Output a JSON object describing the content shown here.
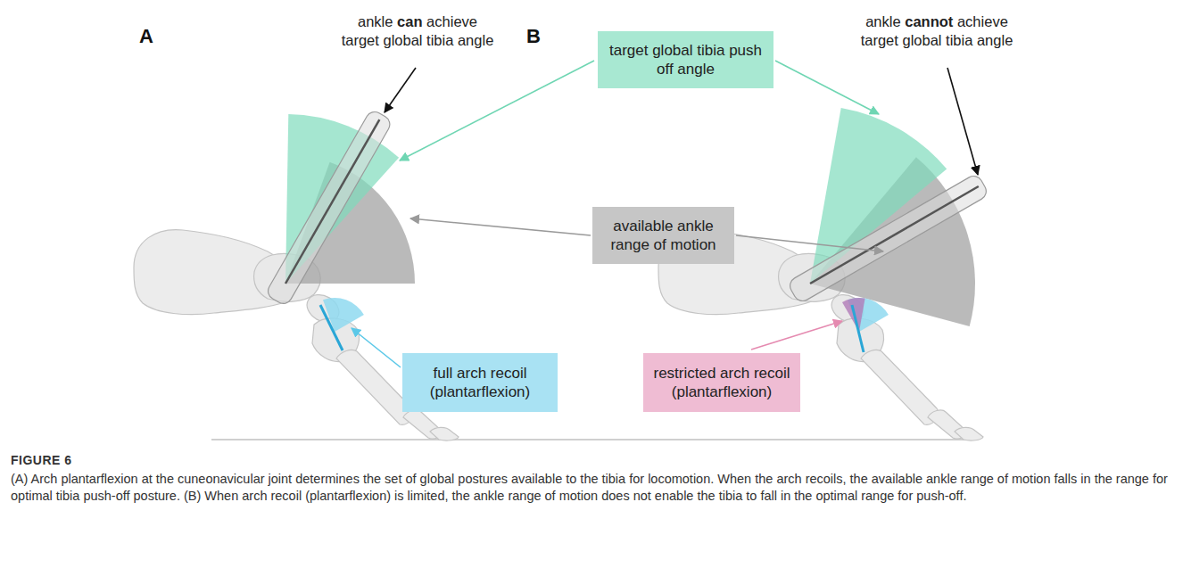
{
  "diagram": {
    "title": "FIGURE 6",
    "caption": "(A) Arch plantarflexion at the cuneonavicular joint determines the set of global postures available to the tibia for locomotion. When the arch recoils, the available ankle range of motion falls in the range for optimal tibia push-off posture. (B) When arch recoil (plantarflexion) is limited, the ankle range of motion does not enable the tibia to fall in the optimal range for push-off.",
    "nodes": [
      {
        "text": [
          "target global tibia push off angle"
        ]
      },
      {
        "text": [
          "available ankle range of motion"
        ]
      },
      {
        "text": [
          "full arch recoil (plantarflexion)"
        ]
      },
      {
        "text": [
          "restricted arch recoil (plantarflexion)"
        ]
      }
    ],
    "edges": [],
    "labels": [
      "A",
      "B",
      "ankle",
      "can",
      "achieve target global tibia angle",
      "ankle",
      "cannot",
      "achieve target global tibia angle"
    ]
  }
}
